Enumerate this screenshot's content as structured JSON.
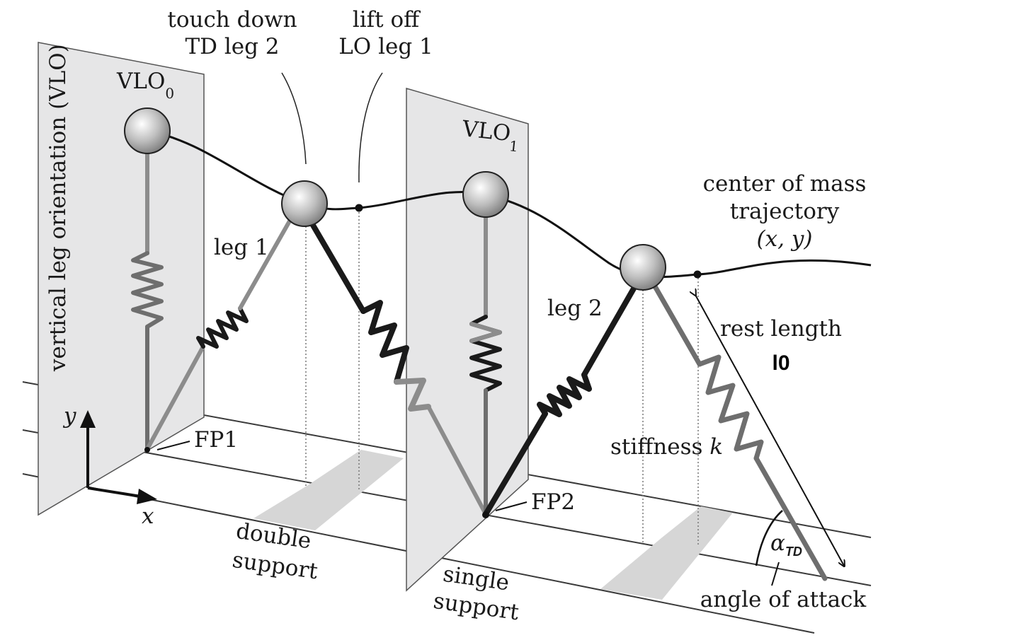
{
  "labels": {
    "touch_down_line1": "touch down",
    "touch_down_line2": "TD leg 2",
    "lift_off_line1": "lift off",
    "lift_off_line2": "LO leg 1",
    "vlo0_main": "VLO",
    "vlo0_sub": "0",
    "vlo1_main": "VLO",
    "vlo1_sub": "1",
    "vertical_axis_title": "vertical leg orientation (VLO)",
    "com_line1": "center of mass",
    "com_line2": "trajectory",
    "com_line3": "(x, y)",
    "leg1": "leg 1",
    "leg2": "leg 2",
    "rest_length": "rest length",
    "rest_length_symbol": "l0",
    "fp1": "FP1",
    "fp2": "FP2",
    "stiffness_text": "stiffness ",
    "stiffness_symbol": "k",
    "axis_y": "y",
    "axis_x": "x",
    "double_line1": "double",
    "double_line2": "support",
    "single_line1": "single",
    "single_line2": "support",
    "alpha_symbol": "α",
    "alpha_sub": "TD",
    "angle_of_attack": "angle of attack"
  },
  "colors": {
    "background": "#ffffff",
    "panel_fill": "#e6e6e7",
    "support_patch": "#d6d6d6",
    "dark_leg": "#1a1a1a",
    "mid_leg": "#6e6e6e",
    "light_leg": "#8c8c8c",
    "trajectory": "#111111"
  }
}
